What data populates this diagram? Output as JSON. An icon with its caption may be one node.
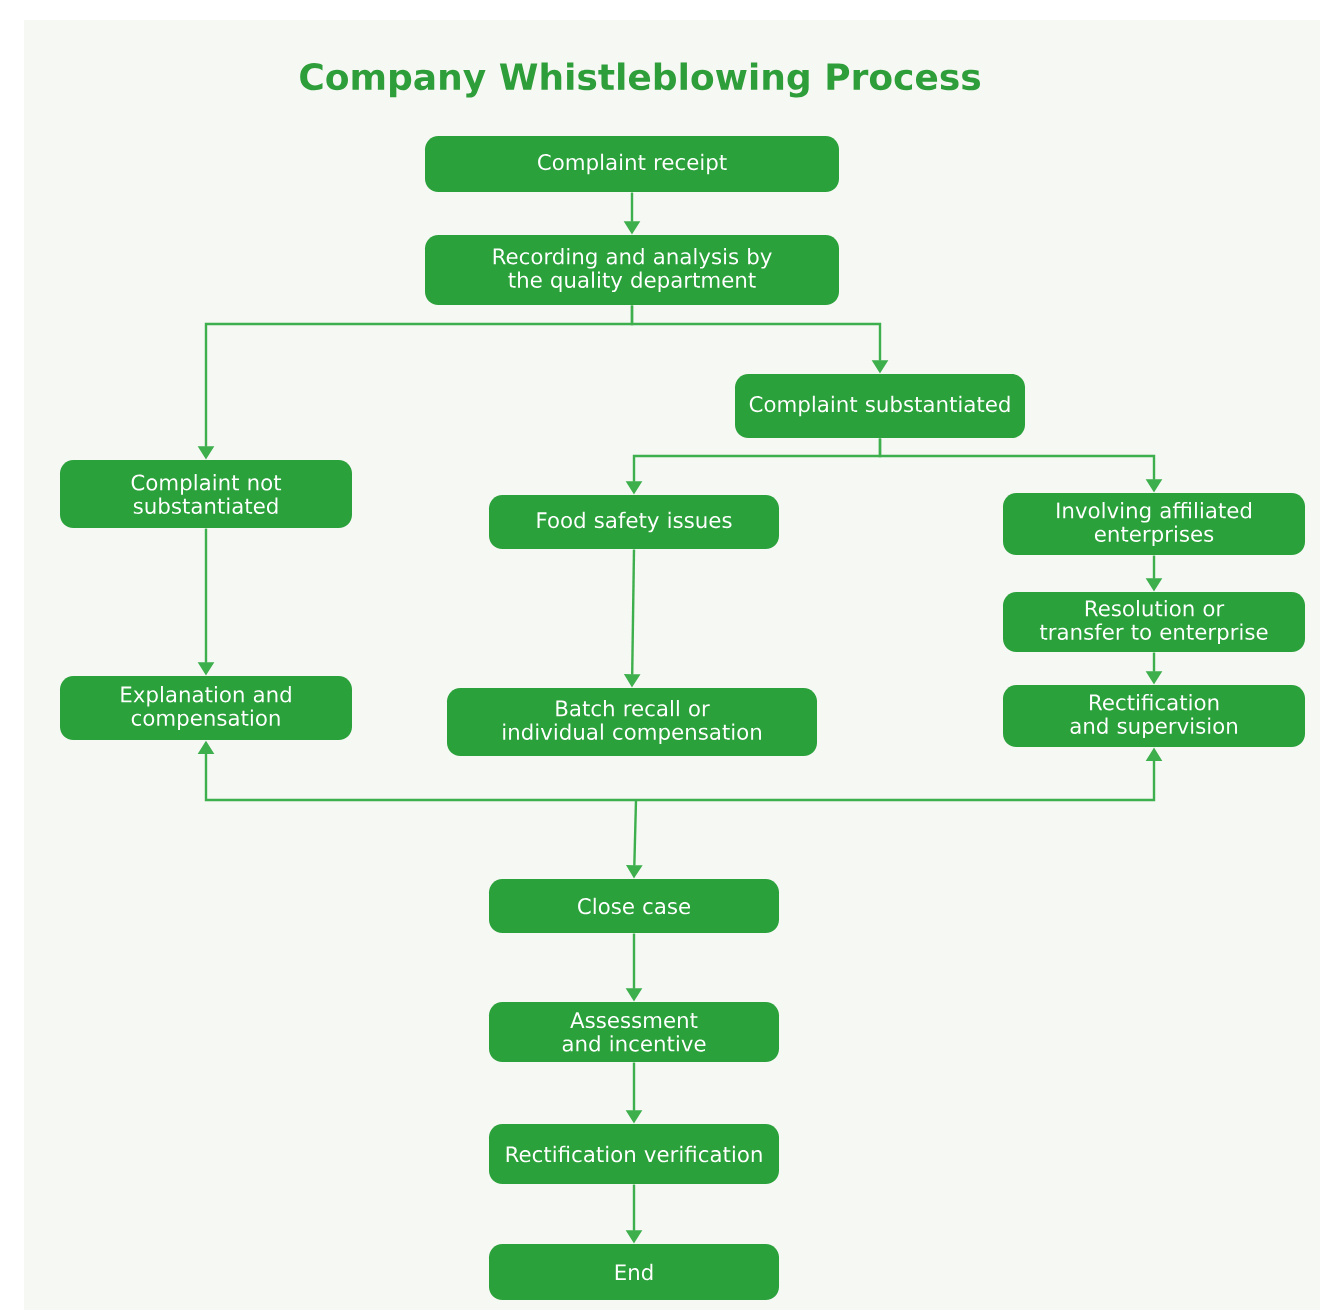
{
  "diagram": {
    "title": "Company Whistleblowing Process",
    "nodes": [
      {
        "text": [
          "Complaint receipt"
        ]
      },
      {
        "text": [
          "Recording and analysis by the quality department"
        ]
      },
      {
        "text": [
          "Complaint substantiated"
        ]
      },
      {
        "text": [
          "Complaint not substantiated"
        ]
      },
      {
        "text": [
          "Food safety issues"
        ]
      },
      {
        "text": [
          "Involving affiliated enterprises"
        ]
      },
      {
        "text": [
          "Resolution or transfer to enterprise"
        ]
      },
      {
        "text": [
          "Explanation and compensation"
        ]
      },
      {
        "text": [
          "Batch recall or individual compensation"
        ]
      },
      {
        "text": [
          "Rectification and supervision"
        ]
      },
      {
        "text": [
          "Close case"
        ]
      },
      {
        "text": [
          "Assessment and incentive"
        ]
      },
      {
        "text": [
          "Rectification verification"
        ]
      },
      {
        "text": [
          "End"
        ]
      }
    ],
    "edges": [
      {
        "from": 0,
        "to": 1,
        "arrow": "to"
      },
      {
        "from": 1,
        "to": 3,
        "arrow": "to"
      },
      {
        "from": 1,
        "to": 2,
        "arrow": "to"
      },
      {
        "from": 2,
        "to": 4,
        "arrow": "to"
      },
      {
        "from": 2,
        "to": 5,
        "arrow": "to"
      },
      {
        "from": 3,
        "to": 7,
        "arrow": "to"
      },
      {
        "from": 4,
        "to": 8,
        "arrow": "to"
      },
      {
        "from": 5,
        "to": 6,
        "arrow": "to"
      },
      {
        "from": 6,
        "to": 9,
        "arrow": "to"
      },
      {
        "from": null,
        "to": 7,
        "arrow": "to"
      },
      {
        "from": null,
        "to": 9,
        "arrow": "to"
      },
      {
        "from": null,
        "to": 10,
        "arrow": "to"
      },
      {
        "from": 10,
        "to": 11,
        "arrow": "to"
      },
      {
        "from": 11,
        "to": 12,
        "arrow": "to"
      },
      {
        "from": 12,
        "to": 13,
        "arrow": "to"
      }
    ]
  }
}
